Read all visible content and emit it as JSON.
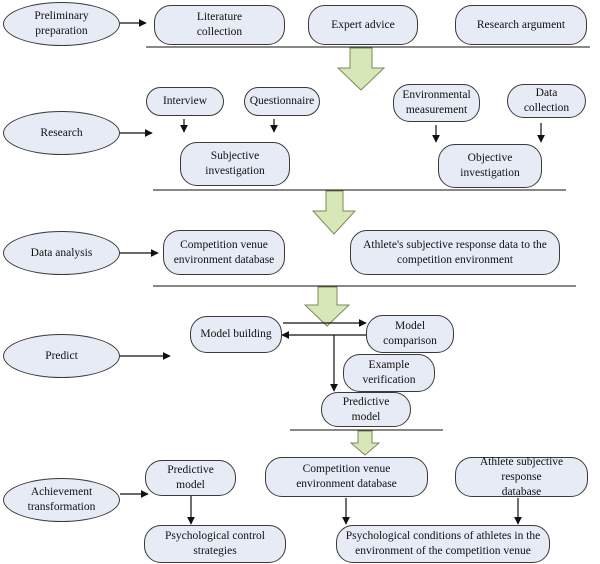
{
  "colors": {
    "node_fill": "#e6ebf6",
    "node_border": "#3a3a3a",
    "line": "#111111",
    "big_arrow_fill": "#d8e7b8",
    "big_arrow_border": "#7a8a5a"
  },
  "stages": {
    "preliminary": "Preliminary\npreparation",
    "research": "Research",
    "data_analysis": "Data analysis",
    "predict": "Predict",
    "achievement": "Achievement\ntransformation"
  },
  "preliminary": {
    "literature": "Literature\ncollection",
    "expert": "Expert advice",
    "argument": "Research argument"
  },
  "research": {
    "interview": "Interview",
    "questionnaire": "Questionnaire",
    "subjective": "Subjective\ninvestigation",
    "env_measurement": "Environmental\nmeasurement",
    "data_collection": "Data collection",
    "objective": "Objective\ninvestigation"
  },
  "analysis": {
    "venue_db": "Competition venue\nenvironment database",
    "athlete_data": "Athlete's subjective response data to the\ncompetition environment"
  },
  "predict": {
    "model_building": "Model building",
    "model_comparison": "Model\ncomparison",
    "example_verification": "Example\nverification",
    "predictive_model": "Predictive model"
  },
  "achievement": {
    "predictive_model": "Predictive model",
    "venue_db": "Competition venue\nenvironment database",
    "athlete_db": "Athlete subjective response\ndatabase",
    "psych_control": "Psychological control\nstrategies",
    "psych_conditions": "Psychological conditions of athletes in the\nenvironment of the competition venue"
  }
}
